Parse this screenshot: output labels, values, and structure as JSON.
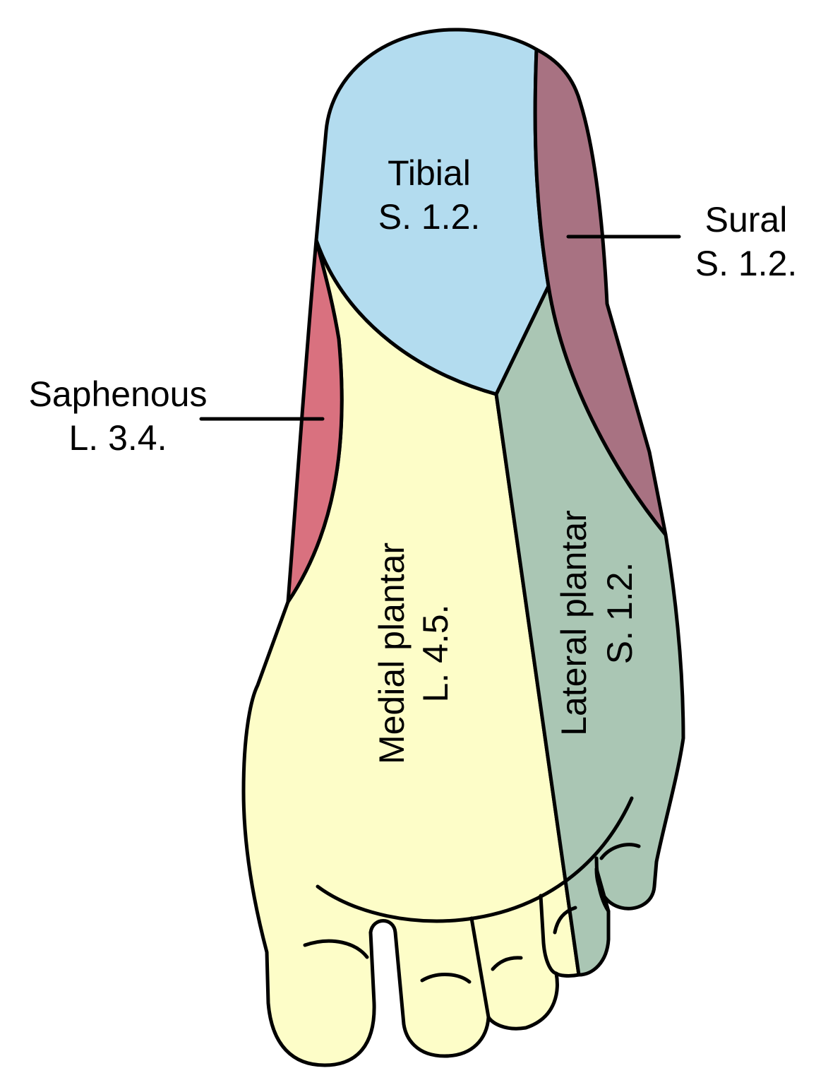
{
  "regions": {
    "tibial": {
      "name": "Tibial",
      "roots": "S. 1.2.",
      "color": "#b3dcef"
    },
    "sural": {
      "name": "Sural",
      "roots": "S. 1.2.",
      "color": "#a87282"
    },
    "saphenous": {
      "name": "Saphenous",
      "roots": "L. 3.4.",
      "color": "#d9717f"
    },
    "medial_plantar": {
      "name": "Medial plantar",
      "roots": "L. 4.5.",
      "color": "#fdfdc8"
    },
    "lateral_plantar": {
      "name": "Lateral plantar",
      "roots": "S. 1.2.",
      "color": "#aac6b4"
    }
  }
}
